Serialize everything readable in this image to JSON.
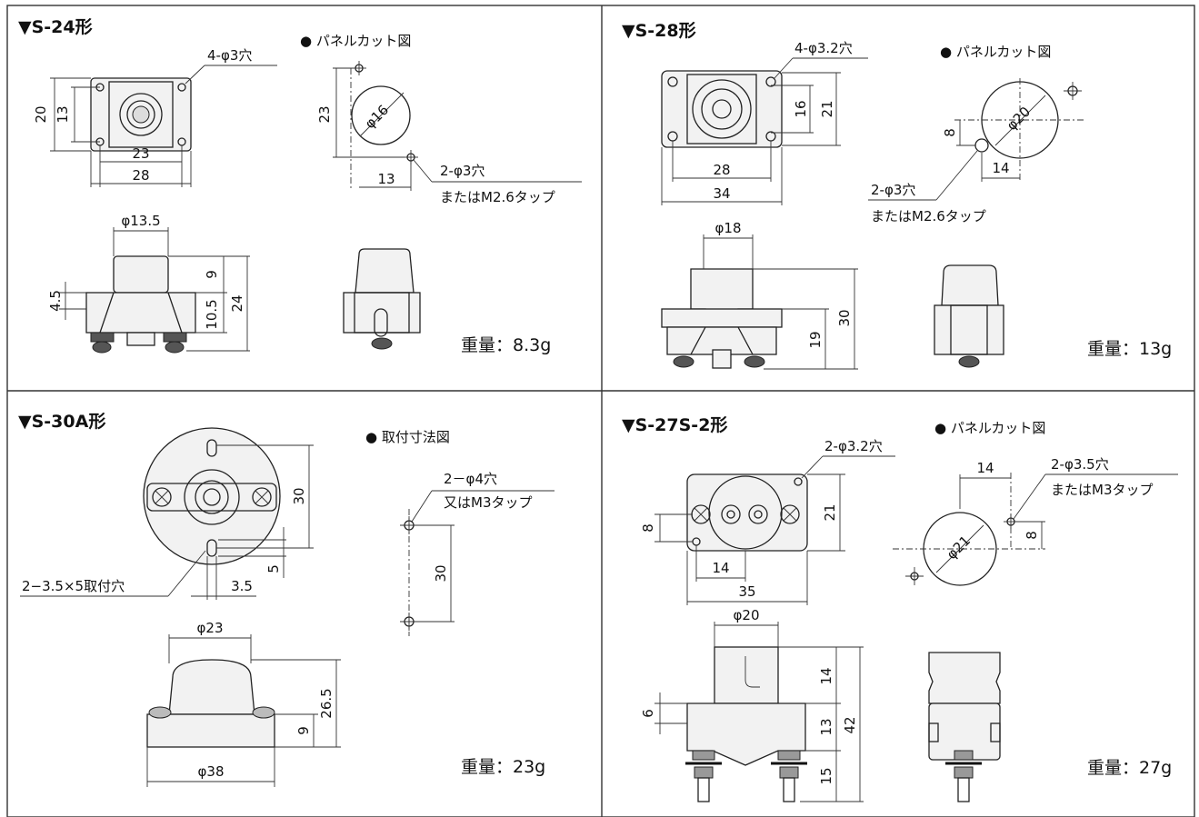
{
  "panels": [
    {
      "title": "▼S-24形",
      "panel_cut_heading": "● パネルカット図",
      "weight": "重量：8.3g",
      "dims": {
        "hole": "4-φ3穴",
        "h20": "20",
        "h13": "13",
        "w23": "23",
        "w28": "28",
        "cut_h23": "23",
        "cut_d16": "φ16",
        "cut_13": "13",
        "cut_hole": "2-φ3穴",
        "cut_tap": "またはM2.6タップ",
        "side_d": "φ13.5",
        "side_45": "4.5",
        "side_9": "9",
        "side_105": "10.5",
        "side_24": "24"
      }
    },
    {
      "title": "▼S-28形",
      "panel_cut_heading": "● パネルカット図",
      "weight": "重量：13g",
      "dims": {
        "hole": "4-φ3.2穴",
        "h16": "16",
        "h21": "21",
        "w28": "28",
        "w34": "34",
        "cut_8": "8",
        "cut_d20": "φ20",
        "cut_14": "14",
        "cut_hole": "2-φ3穴",
        "cut_tap": "またはM2.6タップ",
        "side_d": "φ18",
        "side_19": "19",
        "side_30": "30"
      }
    },
    {
      "title": "▼S-30A形",
      "panel_cut_heading": "● 取付寸法図",
      "weight": "重量：23g",
      "dims": {
        "h30": "30",
        "h5": "5",
        "w35": "3.5",
        "slot": "2−3.5×5取付穴",
        "mnt_hole": "2－φ4穴",
        "mnt_tap": "又はM3タップ",
        "mnt_30": "30",
        "side_d23": "φ23",
        "side_d38": "φ38",
        "side_9": "9",
        "side_265": "26.5"
      }
    },
    {
      "title": "▼S-27S-2形",
      "panel_cut_heading": "● パネルカット図",
      "weight": "重量：27g",
      "dims": {
        "hole": "2-φ3.2穴",
        "h8": "8",
        "h21": "21",
        "w14": "14",
        "w35": "35",
        "cut_14": "14",
        "cut_hole": "2-φ3.5穴",
        "cut_tap": "またはM3タップ",
        "cut_8": "8",
        "cut_d21": "φ21",
        "side_d20": "φ20",
        "side_6": "6",
        "side_14": "14",
        "side_13": "13",
        "side_15": "15",
        "side_42": "42"
      }
    }
  ]
}
